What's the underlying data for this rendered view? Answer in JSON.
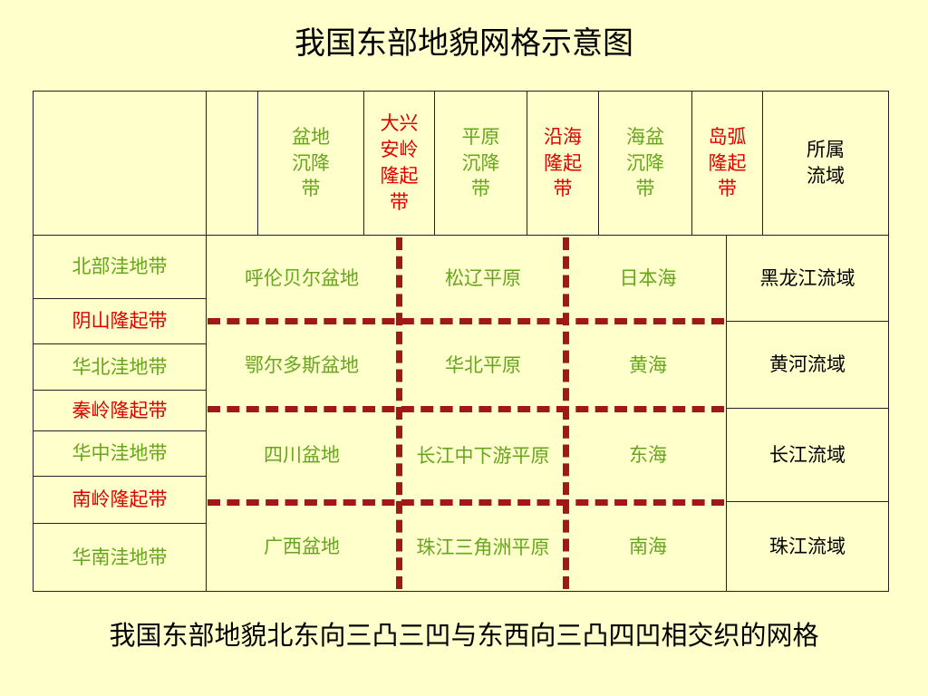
{
  "title": "我国东部地貌网格示意图",
  "footer": "我国东部地貌北东向三凸三凹与东西向三凸四凹相交织的网格",
  "header_columns": [
    {
      "label": "盆地\n沉降\n带",
      "color": "green"
    },
    {
      "label": "大兴\n安岭\n隆起\n带",
      "color": "red"
    },
    {
      "label": "平原\n沉降\n带",
      "color": "green"
    },
    {
      "label": "沿海\n隆起\n带",
      "color": "red"
    },
    {
      "label": "海盆\n沉降\n带",
      "color": "green"
    },
    {
      "label": "岛弧\n隆起\n带",
      "color": "red"
    },
    {
      "label": "所属\n流域",
      "color": "black"
    }
  ],
  "row_labels": [
    {
      "label": "北部洼地带",
      "color": "green"
    },
    {
      "label": "阴山隆起带",
      "color": "red"
    },
    {
      "label": "华北洼地带",
      "color": "green"
    },
    {
      "label": "秦岭隆起带",
      "color": "red"
    },
    {
      "label": "华中洼地带",
      "color": "green"
    },
    {
      "label": "南岭隆起带",
      "color": "red"
    },
    {
      "label": "华南洼地带",
      "color": "green"
    }
  ],
  "grid_rows": [
    {
      "basin": "呼伦贝尔盆地",
      "plain": "松辽平原",
      "sea": "日本海",
      "river": "黑龙江流域"
    },
    {
      "basin": "鄂尔多斯盆地",
      "plain": "华北平原",
      "sea": "黄海",
      "river": "黄河流域"
    },
    {
      "basin": "四川盆地",
      "plain": "长江中下游平原",
      "sea": "东海",
      "river": "长江流域"
    },
    {
      "basin": "广西盆地",
      "plain": "珠江三角洲平原",
      "sea": "南海",
      "river": "珠江流域"
    }
  ],
  "colors": {
    "background": "#FFFFCC",
    "green": "#66A61E",
    "red": "#E00000",
    "dash": "#A01818"
  }
}
